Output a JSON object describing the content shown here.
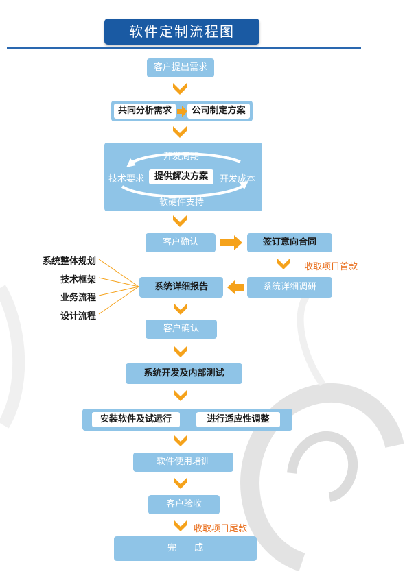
{
  "title": "软件定制流程图",
  "nodes": {
    "requirement": "客户提出需求",
    "analyze": "共同分析需求",
    "plan": "公司制定方案",
    "dev_cycle": "开发周期",
    "tech_req": "技术要求",
    "solution": "提供解决方案",
    "dev_cost": "开发成本",
    "hw_sw": "软硬件支持",
    "confirm1": "客户确认",
    "sign": "签订意向合同",
    "first_payment": "收取项目首款",
    "research": "系统详细调研",
    "report": "系统详细报告",
    "confirm2": "客户确认",
    "develop": "系统开发及内部测试",
    "install": "安装软件及试运行",
    "adjust": "进行适应性调整",
    "training": "软件使用培训",
    "acceptance": "客户验收",
    "final_payment": "收取项目尾款",
    "done": "完　　成"
  },
  "report_items": [
    "系统整体规划",
    "技术框架",
    "业务流程",
    "设计流程"
  ],
  "colors": {
    "title_bg": "#1a5aa3",
    "box": "#8fc4e7",
    "arrow": "#f5a21b",
    "highlight_text": "#e86a16"
  }
}
